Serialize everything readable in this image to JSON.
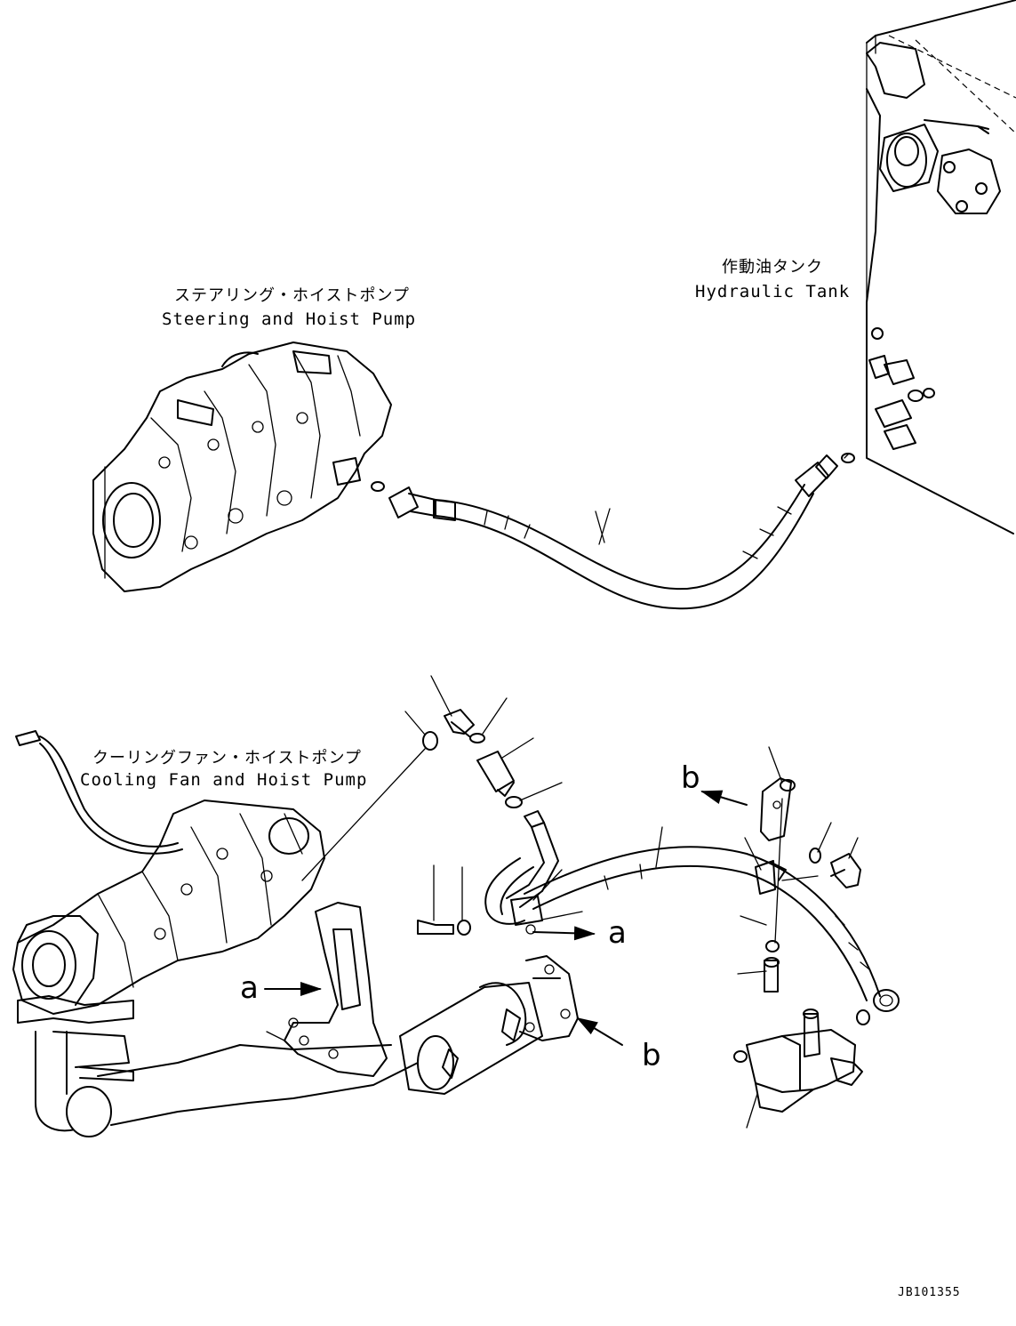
{
  "labels": {
    "steering_pump_jp": "ステアリング・ホイストポンプ",
    "steering_pump_en": "Steering and Hoist Pump",
    "hydraulic_tank_jp": "作動油タンク",
    "hydraulic_tank_en": "Hydraulic Tank",
    "cooling_pump_jp": "クーリングファン・ホイストポンプ",
    "cooling_pump_en": "Cooling Fan and Hoist Pump"
  },
  "view_markers": {
    "a": "a",
    "b": "b"
  },
  "drawing_code": "JB101355",
  "colors": {
    "line": "#000000",
    "background": "#ffffff"
  }
}
